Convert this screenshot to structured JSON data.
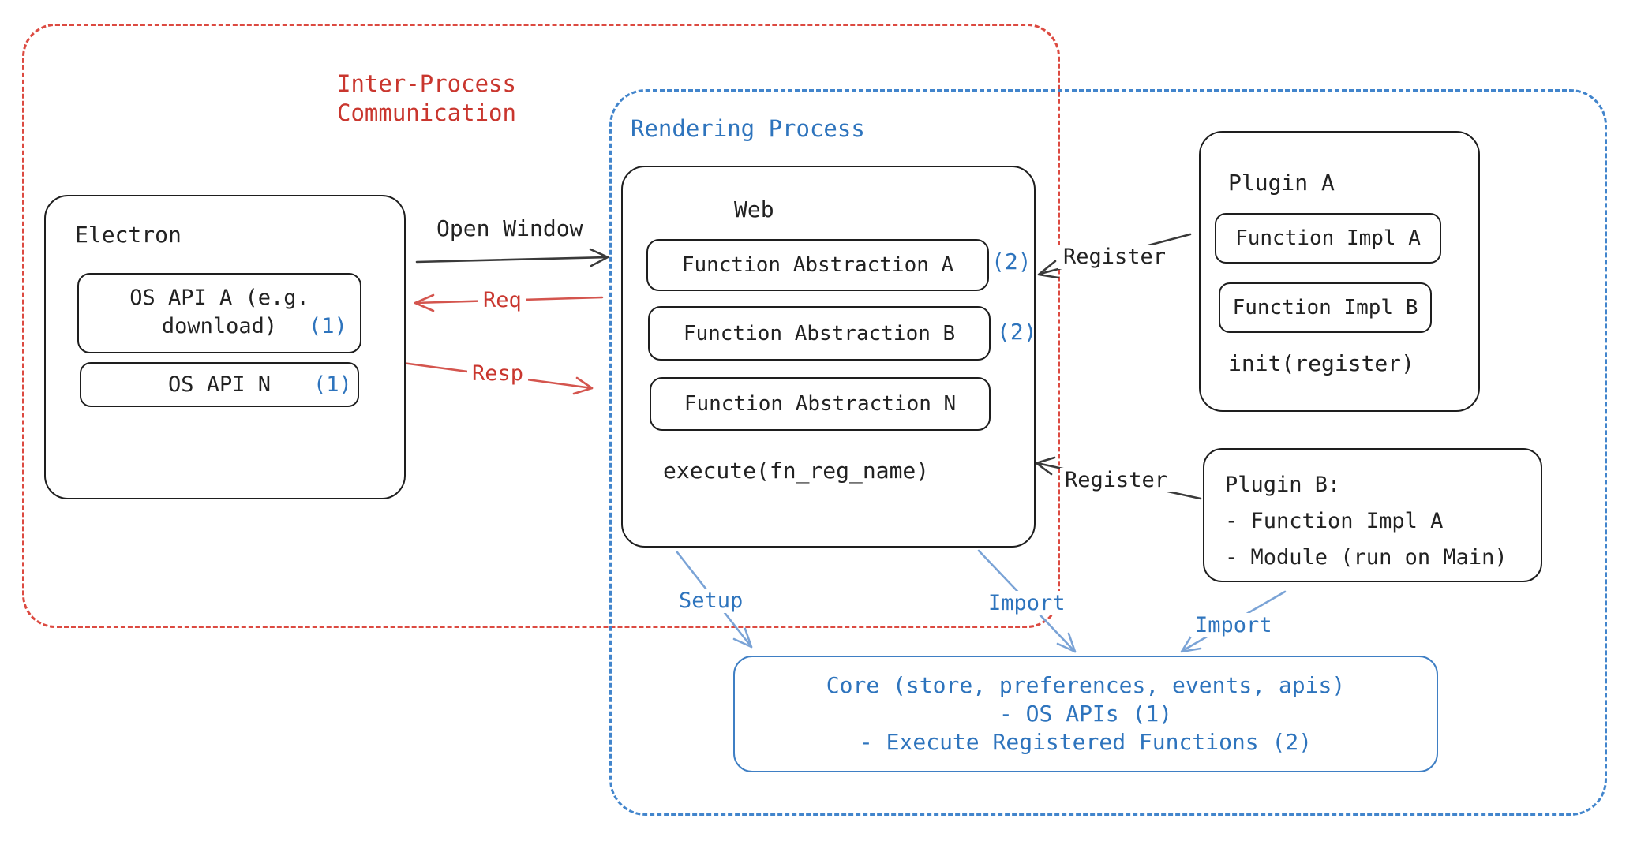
{
  "colors": {
    "red-text": "#c9362e",
    "red-arrow": "#d4554e",
    "red-dash": "#dc4a41",
    "blue-text": "#2e74bd",
    "blue-arrow": "#7aa3d6",
    "blue-dash": "#4285cc",
    "blue-border": "#3f7fc4",
    "ink": "#222222",
    "arrow-ink": "#3a3a3a"
  },
  "ipc": {
    "line1": "Inter-Process",
    "line2": "Communication"
  },
  "rendering": {
    "title": "Rendering Process"
  },
  "electron": {
    "title": "Electron",
    "api_a_line1": "OS API A (e.g.",
    "api_a_line2": "download)",
    "api_a_badge": "(1)",
    "api_n_label": "OS API N",
    "api_n_badge": "(1)"
  },
  "web": {
    "title": "Web",
    "fa_a": "Function Abstraction A",
    "fa_a_badge": "(2)",
    "fa_b": "Function Abstraction B",
    "fa_b_badge": "(2)",
    "fa_n": "Function Abstraction N",
    "execute": "execute(fn_reg_name)"
  },
  "plugin_a": {
    "title": "Plugin A",
    "impl_a": "Function Impl A",
    "impl_b": "Function Impl B",
    "init": "init(register)"
  },
  "plugin_b": {
    "title": "Plugin B:",
    "item1": "- Function Impl A",
    "item2": "- Module (run on Main)"
  },
  "core": {
    "line1": "Core (store, preferences, events, apis)",
    "line2": "- OS APIs (1)",
    "line3": "- Execute Registered Functions (2)"
  },
  "arrows": {
    "open_window": "Open Window",
    "req": "Req",
    "resp": "Resp",
    "register_a": "Register",
    "register_b": "Register",
    "setup": "Setup",
    "import_web": "Import",
    "import_plugin": "Import"
  }
}
